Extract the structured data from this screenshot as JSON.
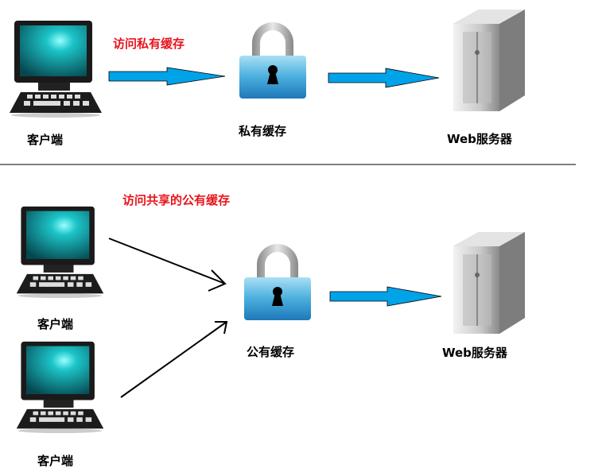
{
  "private_section": {
    "caption": "访问私有缓存",
    "client_label": "客户端",
    "cache_label": "私有缓存",
    "server_label": "Web服务器"
  },
  "public_section": {
    "caption": "访问共享的公有缓存",
    "client_labels": [
      "客户端",
      "客户端"
    ],
    "cache_label": "公有缓存",
    "server_label": "Web服务器"
  },
  "colors": {
    "arrow": "#00a2e8",
    "caption": "#e8141c",
    "lock_body": "#3aa0d8",
    "screen": "#0fb0b8"
  },
  "icons": [
    "computer-icon",
    "lock-icon",
    "server-icon"
  ]
}
